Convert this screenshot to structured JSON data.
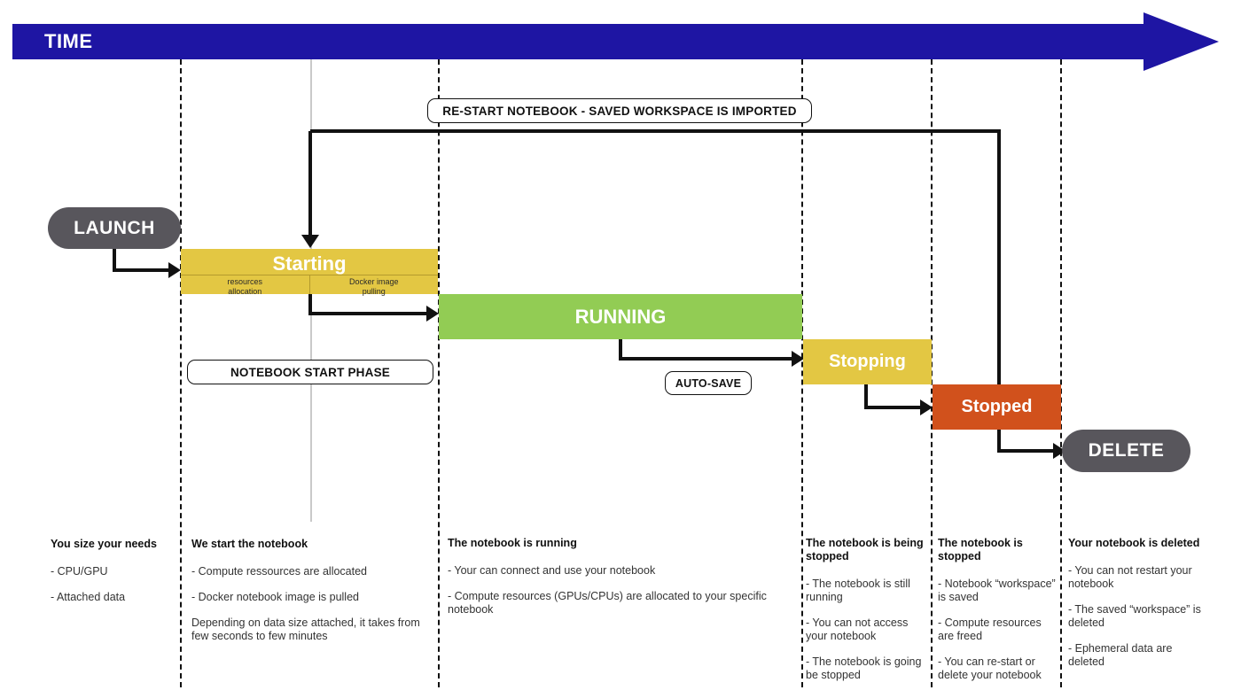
{
  "header": {
    "time_label": "TIME"
  },
  "terminators": {
    "launch": "LAUNCH",
    "delete": "DELETE"
  },
  "phases": [
    {
      "key": "starting",
      "title": "Starting",
      "color": "#E3C743",
      "sublabels": [
        "resources\nallocation",
        "Docker image\npulling"
      ]
    },
    {
      "key": "running",
      "title": "RUNNING",
      "color": "#92CC54"
    },
    {
      "key": "stopping",
      "title": "Stopping",
      "color": "#E3C743"
    },
    {
      "key": "stopped",
      "title": "Stopped",
      "color": "#D1511C"
    }
  ],
  "notes": {
    "restart": "RE-START NOTEBOOK - SAVED WORKSPACE IS IMPORTED",
    "start_phase": "NOTEBOOK START PHASE",
    "auto_save": "AUTO-SAVE"
  },
  "sub_labels": {
    "resources_allocation_line1": "resources",
    "resources_allocation_line2": "allocation",
    "docker_pulling_line1": "Docker image",
    "docker_pulling_line2": "pulling"
  },
  "columns": [
    {
      "heading": "You size your needs",
      "items": [
        "- CPU/GPU",
        "- Attached data"
      ]
    },
    {
      "heading": "We start the notebook",
      "items": [
        "- Compute ressources are allocated",
        "- Docker notebook image is pulled",
        "Depending on data size attached, it takes from few seconds to few minutes"
      ]
    },
    {
      "heading": "The notebook is running",
      "items": [
        "- Your can connect and use your notebook",
        "- Compute resources (GPUs/CPUs) are allocated to your specific notebook"
      ]
    },
    {
      "heading": "The notebook is being stopped",
      "items": [
        "- The notebook is still running",
        "- You can not access your notebook",
        "- The notebook is going be stopped"
      ]
    },
    {
      "heading": "The notebook is stopped",
      "items": [
        "- Notebook “workspace” is saved",
        "- Compute resources are freed",
        "- You can re-start or delete your notebook"
      ]
    },
    {
      "heading": "Your notebook is deleted",
      "items": [
        "- You can not restart your notebook",
        "- The saved “workspace” is deleted",
        "- Ephemeral data are deleted"
      ]
    }
  ],
  "colors": {
    "time_bar": "#1E15A3",
    "yellow": "#E3C743",
    "green": "#92CC54",
    "orange": "#D1511C",
    "grey_pill": "#58565C",
    "stroke": "#111111"
  }
}
